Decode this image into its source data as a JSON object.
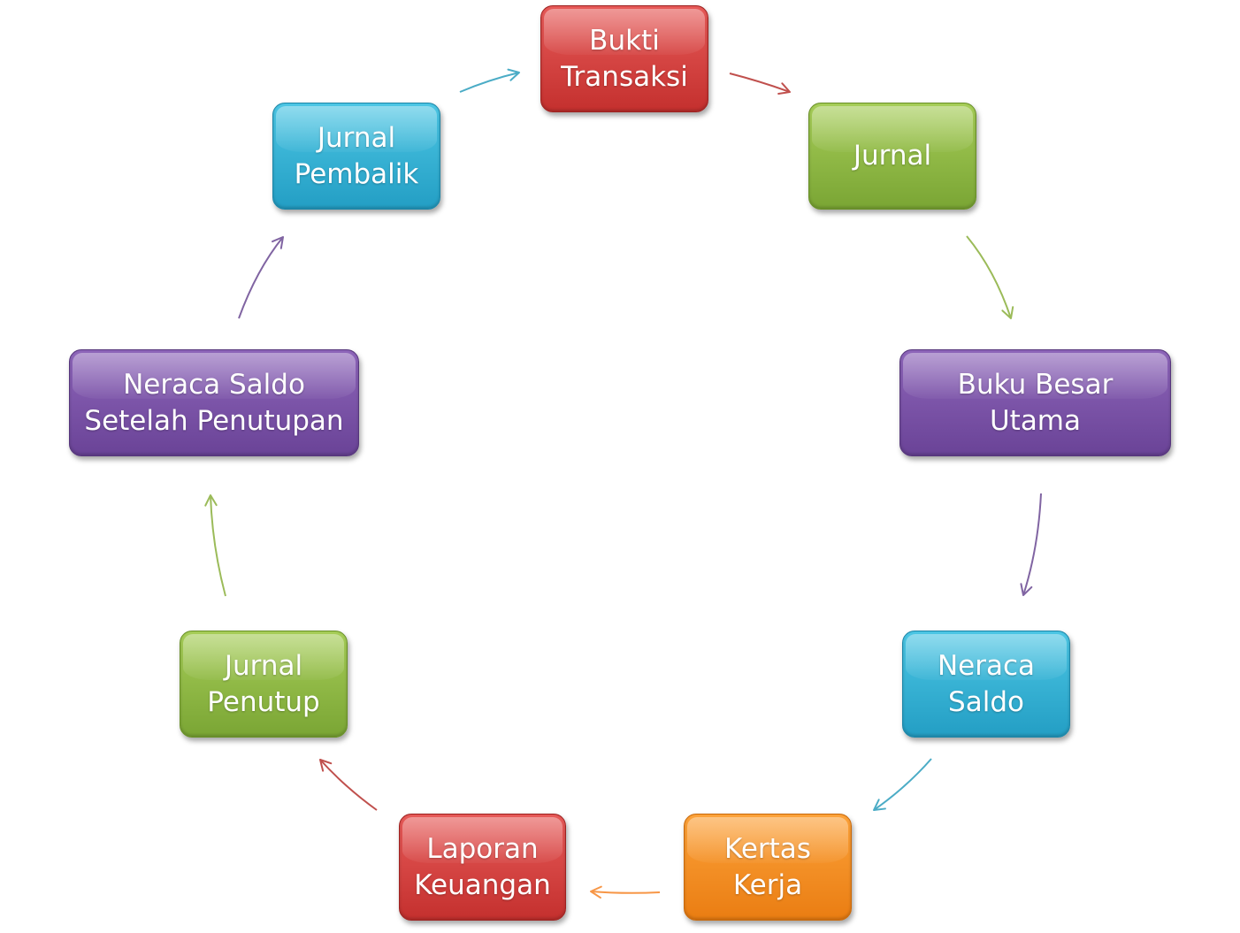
{
  "diagram": {
    "nodes": [
      {
        "id": "bukti-transaksi",
        "lines": [
          "Bukti",
          "Transaksi"
        ],
        "color": "#d33f3d"
      },
      {
        "id": "jurnal",
        "lines": [
          "Jurnal"
        ],
        "color": "#8fbc45"
      },
      {
        "id": "buku-besar-utama",
        "lines": [
          "Buku Besar",
          "Utama"
        ],
        "color": "#7b55a8"
      },
      {
        "id": "neraca-saldo",
        "lines": [
          "Neraca",
          "Saldo"
        ],
        "color": "#33b3d7"
      },
      {
        "id": "kertas-kerja",
        "lines": [
          "Kertas",
          "Kerja"
        ],
        "color": "#f5901f"
      },
      {
        "id": "laporan-keuangan",
        "lines": [
          "Laporan",
          "Keuangan"
        ],
        "color": "#d33f3d"
      },
      {
        "id": "jurnal-penutup",
        "lines": [
          "Jurnal",
          "Penutup"
        ],
        "color": "#8fbc45"
      },
      {
        "id": "neraca-saldo-setelah-penutupan",
        "lines": [
          "Neraca Saldo",
          "Setelah Penutupan"
        ],
        "color": "#7b55a8"
      },
      {
        "id": "jurnal-pembalik",
        "lines": [
          "Jurnal",
          "Pembalik"
        ],
        "color": "#33b3d7"
      }
    ],
    "edges": [
      {
        "from": "bukti-transaksi",
        "to": "jurnal",
        "color": "#c0504d"
      },
      {
        "from": "jurnal",
        "to": "buku-besar-utama",
        "color": "#9bbb59"
      },
      {
        "from": "buku-besar-utama",
        "to": "neraca-saldo",
        "color": "#8064a2"
      },
      {
        "from": "neraca-saldo",
        "to": "kertas-kerja",
        "color": "#4bacc6"
      },
      {
        "from": "kertas-kerja",
        "to": "laporan-keuangan",
        "color": "#f79646"
      },
      {
        "from": "laporan-keuangan",
        "to": "jurnal-penutup",
        "color": "#c0504d"
      },
      {
        "from": "jurnal-penutup",
        "to": "neraca-saldo-setelah-penutupan",
        "color": "#9bbb59"
      },
      {
        "from": "neraca-saldo-setelah-penutupan",
        "to": "jurnal-pembalik",
        "color": "#8064a2"
      },
      {
        "from": "jurnal-pembalik",
        "to": "bukti-transaksi",
        "color": "#4bacc6"
      }
    ]
  }
}
